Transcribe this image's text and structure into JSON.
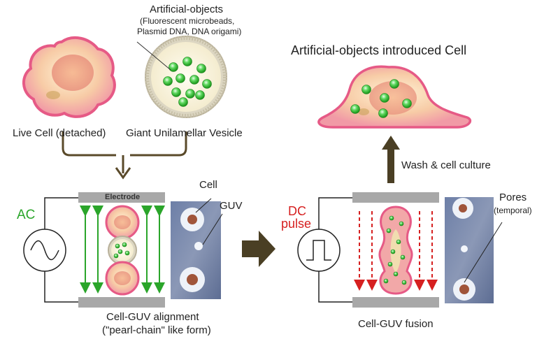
{
  "top_left": {
    "artificial_objects_title": "Artificial-objects",
    "artificial_objects_list_1": "(Fluorescent microbeads,",
    "artificial_objects_list_2": "Plasmid DNA, DNA origami)",
    "live_cell_label": "Live Cell (detached)",
    "guv_label": "Giant Unilamellar Vesicle"
  },
  "alignment_panel": {
    "ac_label": "AC",
    "electrode_label": "Electrode",
    "cell_label": "Cell",
    "guv_label": "GUV",
    "caption_1": "Cell-GUV alignment",
    "caption_2": "(\"pearl-chain\" like form)"
  },
  "fusion_panel": {
    "dc_label_1": "DC",
    "dc_label_2": "pulse",
    "pores_label": "Pores",
    "pores_sub_label": "(temporal)",
    "caption": "Cell-GUV fusion",
    "wash_label": "Wash & cell culture"
  },
  "result": {
    "title": "Artificial-objects introduced Cell"
  },
  "colors": {
    "ac_green": "#2aa52a",
    "dc_red": "#d62020",
    "electrode_gray": "#a8a8a8",
    "bead_green": "#3cc43c",
    "arrow_brown": "#5a4a2a"
  }
}
